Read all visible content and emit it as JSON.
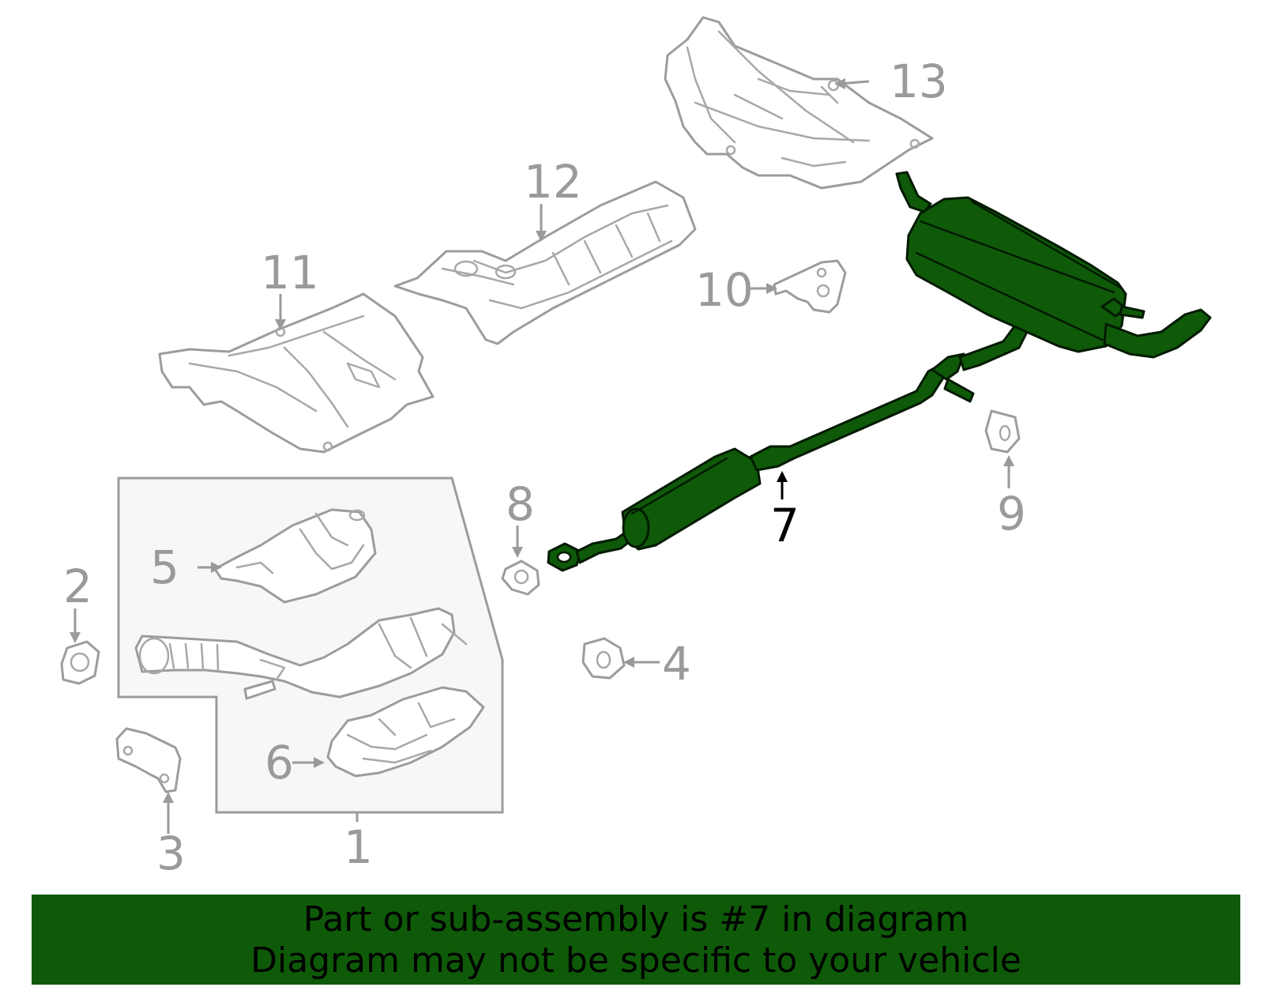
{
  "diagram": {
    "callouts": [
      {
        "id": "1",
        "label": "1"
      },
      {
        "id": "2",
        "label": "2"
      },
      {
        "id": "3",
        "label": "3"
      },
      {
        "id": "4",
        "label": "4"
      },
      {
        "id": "5",
        "label": "5"
      },
      {
        "id": "6",
        "label": "6"
      },
      {
        "id": "7",
        "label": "7",
        "highlighted": true
      },
      {
        "id": "8",
        "label": "8"
      },
      {
        "id": "9",
        "label": "9"
      },
      {
        "id": "10",
        "label": "10"
      },
      {
        "id": "11",
        "label": "11"
      },
      {
        "id": "12",
        "label": "12"
      },
      {
        "id": "13",
        "label": "13"
      }
    ],
    "colors": {
      "highlight": "#0e5a08",
      "part_outline": "#9c9c9c",
      "callout_text": "#9a9a9a",
      "group_box_fill": "#f7f7f7"
    }
  },
  "banner": {
    "line1": "Part or sub-assembly is #7 in diagram",
    "line2": "Diagram may not be specific to your vehicle"
  }
}
